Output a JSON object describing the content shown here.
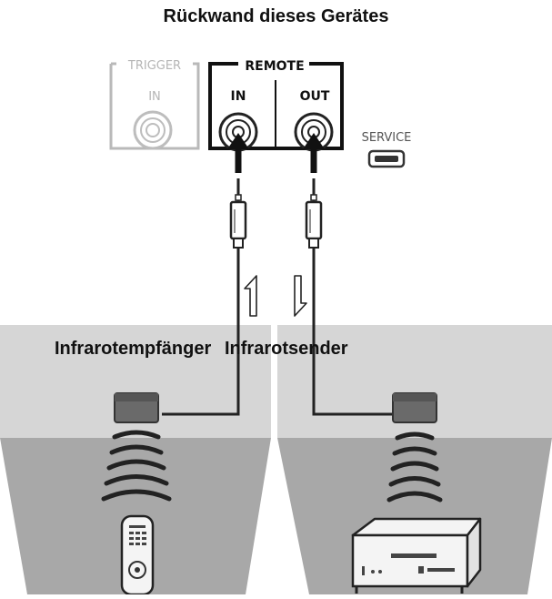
{
  "title": "Rückwand dieses Gerätes",
  "panel": {
    "trigger_label": "TRIGGER",
    "trigger_in_label": "IN",
    "remote_label": "REMOTE",
    "remote_in_label": "IN",
    "remote_out_label": "OUT",
    "service_label": "SERVICE"
  },
  "devices": {
    "receiver_label": "Infrarotempfänger",
    "transmitter_label": "Infrarotsender"
  },
  "colors": {
    "wall": "#d6d6d6",
    "floor": "#a8a8a8",
    "cable": "#222222",
    "faded_panel": "#b9b9b9"
  }
}
